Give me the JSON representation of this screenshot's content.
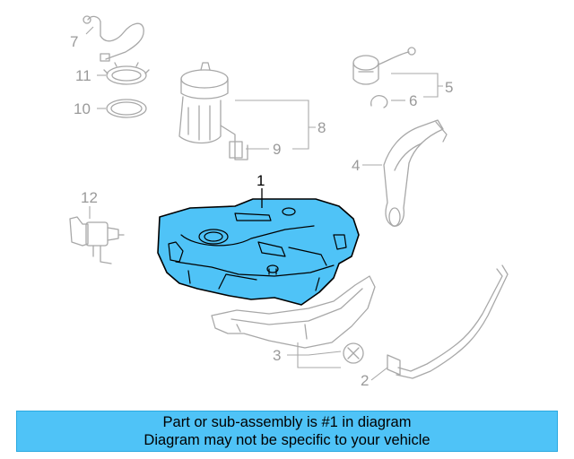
{
  "diagram": {
    "highlight_color": "#4fc3f7",
    "line_color": "#a8a8a8",
    "callouts": {
      "c1": "1",
      "c2": "2",
      "c3": "3",
      "c4": "4",
      "c5": "5",
      "c6": "6",
      "c7": "7",
      "c8": "8",
      "c9": "9",
      "c10": "10",
      "c11": "11",
      "c12": "12"
    }
  },
  "banner": {
    "line1": "Part or sub-assembly is #1 in diagram",
    "line2": "Diagram may not be specific to your vehicle"
  }
}
